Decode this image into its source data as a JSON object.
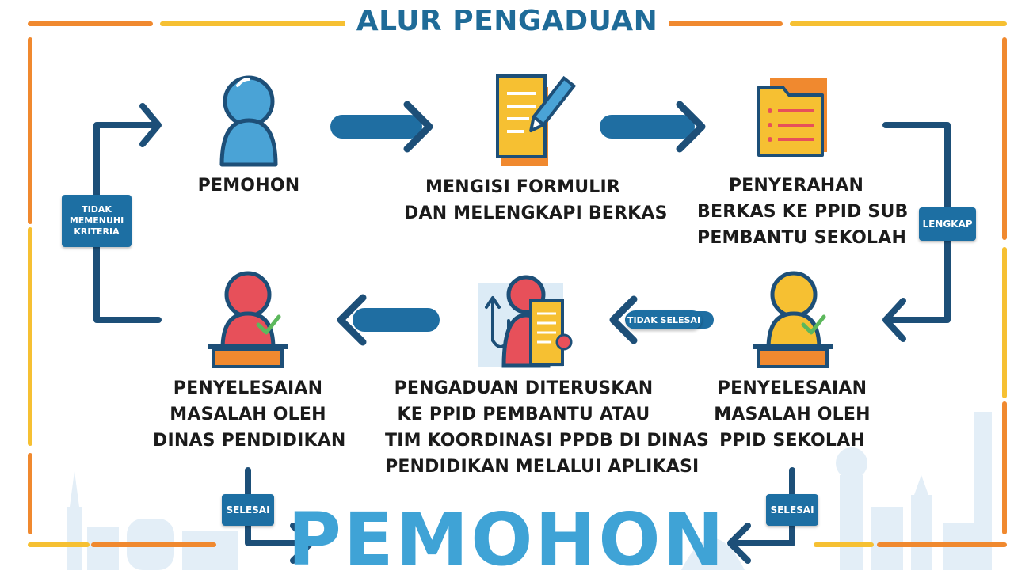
{
  "title": "ALUR PENGADUAN",
  "steps": {
    "pemohon": [
      "PEMOHON"
    ],
    "formulir": [
      "MENGISI FORMULIR",
      "DAN MELENGKAPI BERKAS"
    ],
    "penyerahan": [
      "PENYERAHAN",
      "BERKAS KE PPID SUB",
      "PEMBANTU SEKOLAH"
    ],
    "ppid_sekolah": [
      "PENYELESAIAN",
      "MASALAH OLEH",
      "PPID SEKOLAH"
    ],
    "diteruskan": [
      "PENGADUAN DITERUSKAN",
      "KE PPID PEMBANTU ATAU",
      "TIM KOORDINASI PPDB DI DINAS",
      "PENDIDIKAN MELALUI APLIKASI"
    ],
    "dinas": [
      "PENYELESAIAN",
      "MASALAH OLEH",
      "DINAS PENDIDIKAN"
    ]
  },
  "badges": {
    "tidak_memenuhi": [
      "TIDAK",
      "MEMENUHI",
      "KRITERIA"
    ],
    "lengkap": "LENGKAP",
    "tidak_selesai": "TIDAK SELESAI",
    "selesai_left": "SELESAI",
    "selesai_right": "SELESAI"
  },
  "final": "PEMOHON",
  "colors": {
    "navy": "#1d4f78",
    "blue": "#1f6ea2",
    "light_blue": "#4aa3d6",
    "orange": "#f0892f",
    "yellow": "#f6c032",
    "red": "#e7505a",
    "pale": "#dcebf6"
  }
}
